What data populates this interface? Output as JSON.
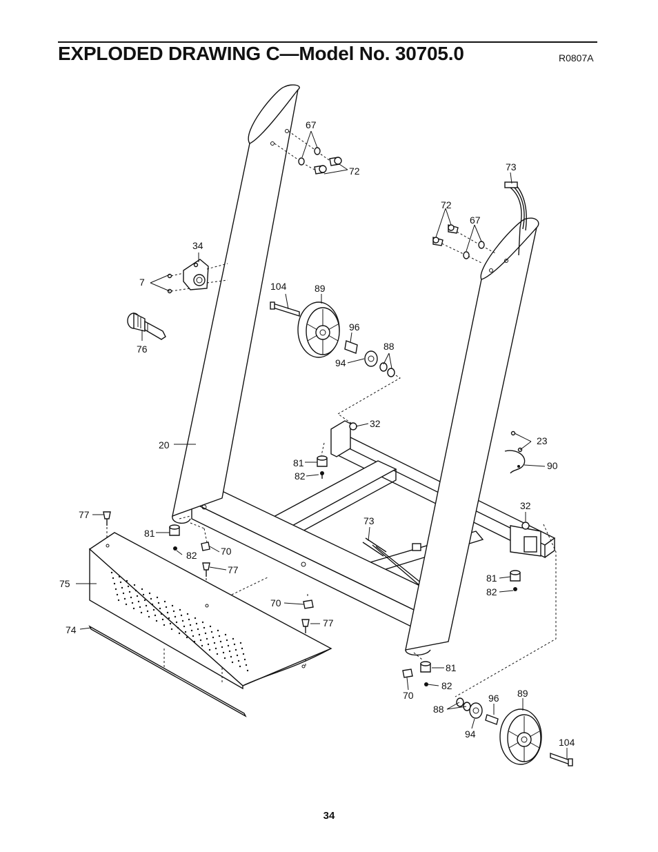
{
  "header": {
    "title": "EXPLODED DRAWING C—Model No. 30705.0",
    "ref_code": "R0807A"
  },
  "footer": {
    "page_number": "34"
  },
  "callouts": {
    "p67a": "67",
    "p72a": "72",
    "p73a": "73",
    "p72b": "72",
    "p67b": "67",
    "p34": "34",
    "p7": "7",
    "p104a": "104",
    "p89a": "89",
    "p76": "76",
    "p96a": "96",
    "p88a": "88",
    "p94a": "94",
    "p32a": "32",
    "p23": "23",
    "p90": "90",
    "p20": "20",
    "p81a": "81",
    "p82a": "82",
    "p77a": "77",
    "p81b": "81",
    "p82b": "82",
    "p70a": "70",
    "p77b": "77",
    "p73b": "73",
    "p32b": "32",
    "p75": "75",
    "p81c": "81",
    "p82c": "82",
    "p70b": "70",
    "p77c": "77",
    "p74": "74",
    "p81d": "81",
    "p82d": "82",
    "p70c": "70",
    "p88b": "88",
    "p96b": "96",
    "p89b": "89",
    "p94b": "94",
    "p104b": "104"
  }
}
